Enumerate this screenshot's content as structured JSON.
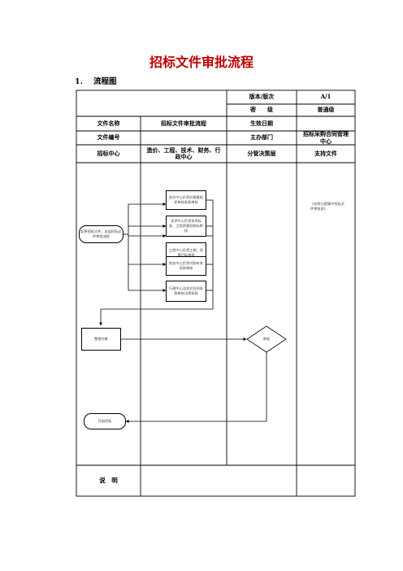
{
  "doc": {
    "title": "招标文件审批流程",
    "section_number": "1.",
    "section_title": "流程图"
  },
  "header": {
    "version_label": "版本/版次",
    "version_value": "A/1",
    "secret_label": "密　　级",
    "secret_value": "普通级",
    "file_name_label": "文件名称",
    "file_name_value": "招标文件审批流程",
    "effective_date_label": "生效日期",
    "effective_date_value": "",
    "file_no_label": "文件编号",
    "file_no_value": "",
    "dept_label": "主办部门",
    "dept_value": "招标采购合同管理中心"
  },
  "lanes": {
    "lane1": "招标中心",
    "lane2": "造价、工程、技术、财务、行政中心",
    "lane3": "分管决策层",
    "lane4": "支持文件"
  },
  "flow": {
    "start": "起草招标文件，发起招标文件审批流程",
    "review1": "造价中心负责价格量组织审核条款审核",
    "review2": "技术中心负责技术标准、工程质量验收标审核",
    "review3": "工程中心负责工期、质量目标审核",
    "review4": "财务中心负责付款有关条款审核",
    "review5": "行政中心法务对合同条款审核法律条款",
    "finalize": "整理完善",
    "decision": "审批",
    "end": "开始招标",
    "support_doc": "《名称与提集中招标文件审批表》"
  },
  "footer": {
    "remark_label": "说　明",
    "remark_value": ""
  }
}
